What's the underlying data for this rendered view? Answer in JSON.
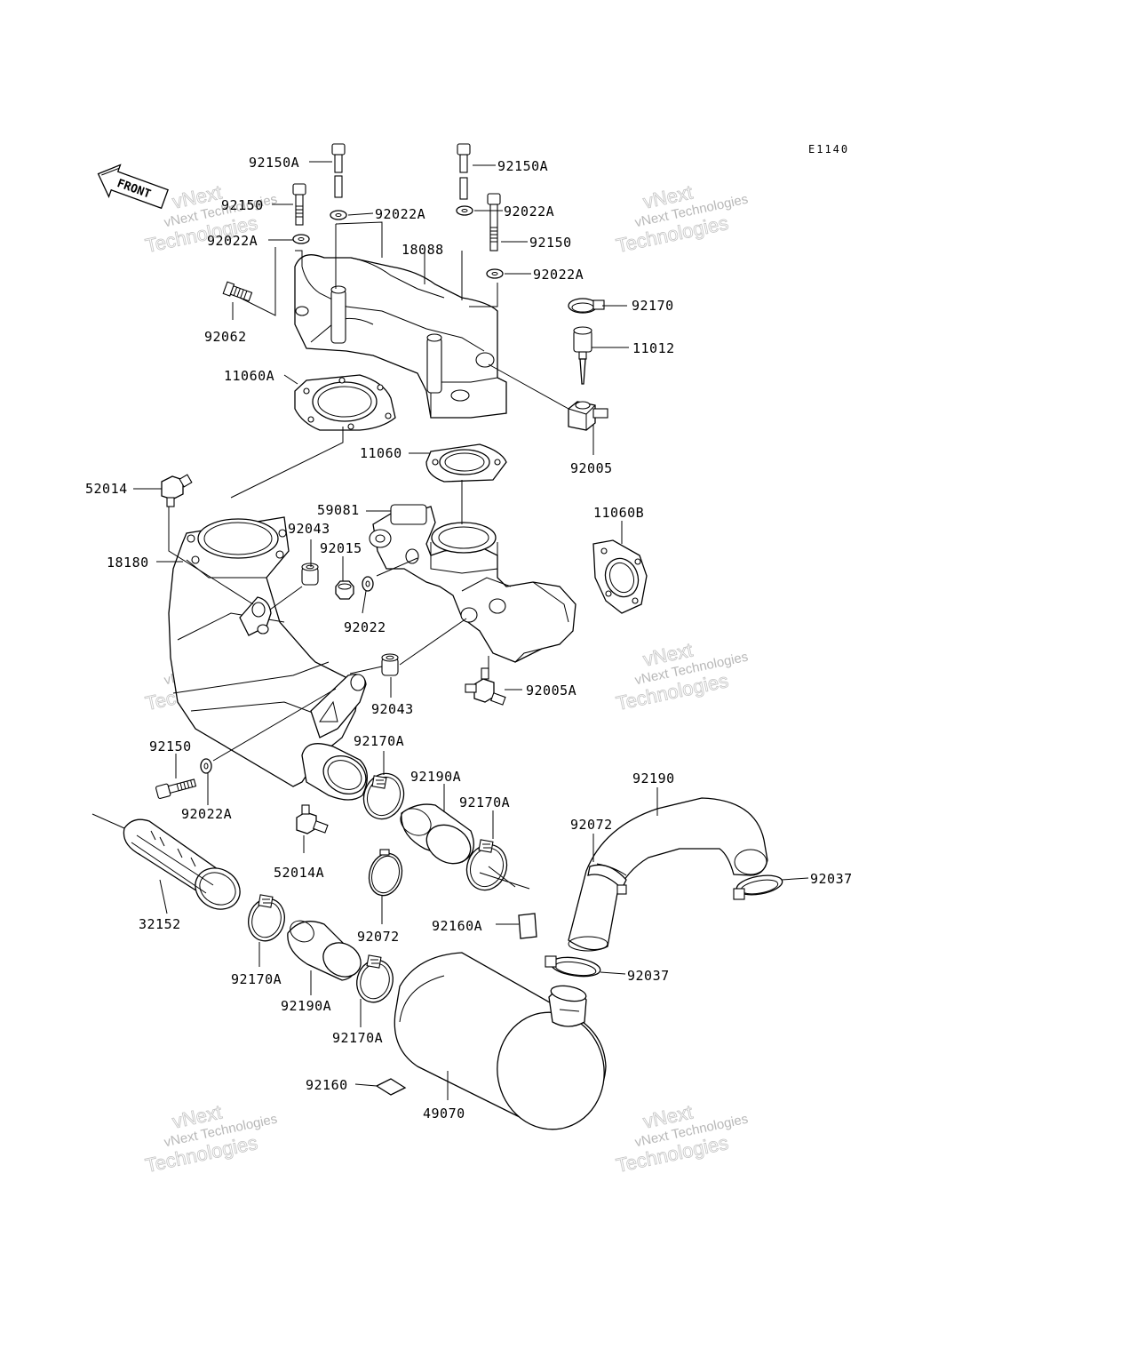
{
  "diagram_code": "E1140",
  "front_label": "FRONT",
  "watermark": {
    "line1": "vNext",
    "line2": "Technologies",
    "small": "vNext Technologies"
  },
  "parts": {
    "p92150A_a": "92150A",
    "p92150A_b": "92150A",
    "p92150_a": "92150",
    "p92150_b": "92150",
    "p92150_c": "92150",
    "p92022A_a": "92022A",
    "p92022A_b": "92022A",
    "p92022A_c": "92022A",
    "p92022A_d": "92022A",
    "p92022A_e": "92022A",
    "p18088": "18088",
    "p92170": "92170",
    "p11012": "11012",
    "p92062": "92062",
    "p11060A": "11060A",
    "p92005": "92005",
    "p11060": "11060",
    "p52014": "52014",
    "p59081": "59081",
    "p11060B": "11060B",
    "p92043_a": "92043",
    "p92043_b": "92043",
    "p92015": "92015",
    "p18180": "18180",
    "p92022": "92022",
    "p92005A": "92005A",
    "p92170A_a": "92170A",
    "p92170A_b": "92170A",
    "p92170A_c": "92170A",
    "p92170A_d": "92170A",
    "p92190A_a": "92190A",
    "p92190A_b": "92190A",
    "p92190": "92190",
    "p92072_a": "92072",
    "p92072_b": "92072",
    "p92037_a": "92037",
    "p92037_b": "92037",
    "p52014A": "52014A",
    "p32152": "32152",
    "p92160A": "92160A",
    "p92160": "92160",
    "p49070": "49070"
  }
}
